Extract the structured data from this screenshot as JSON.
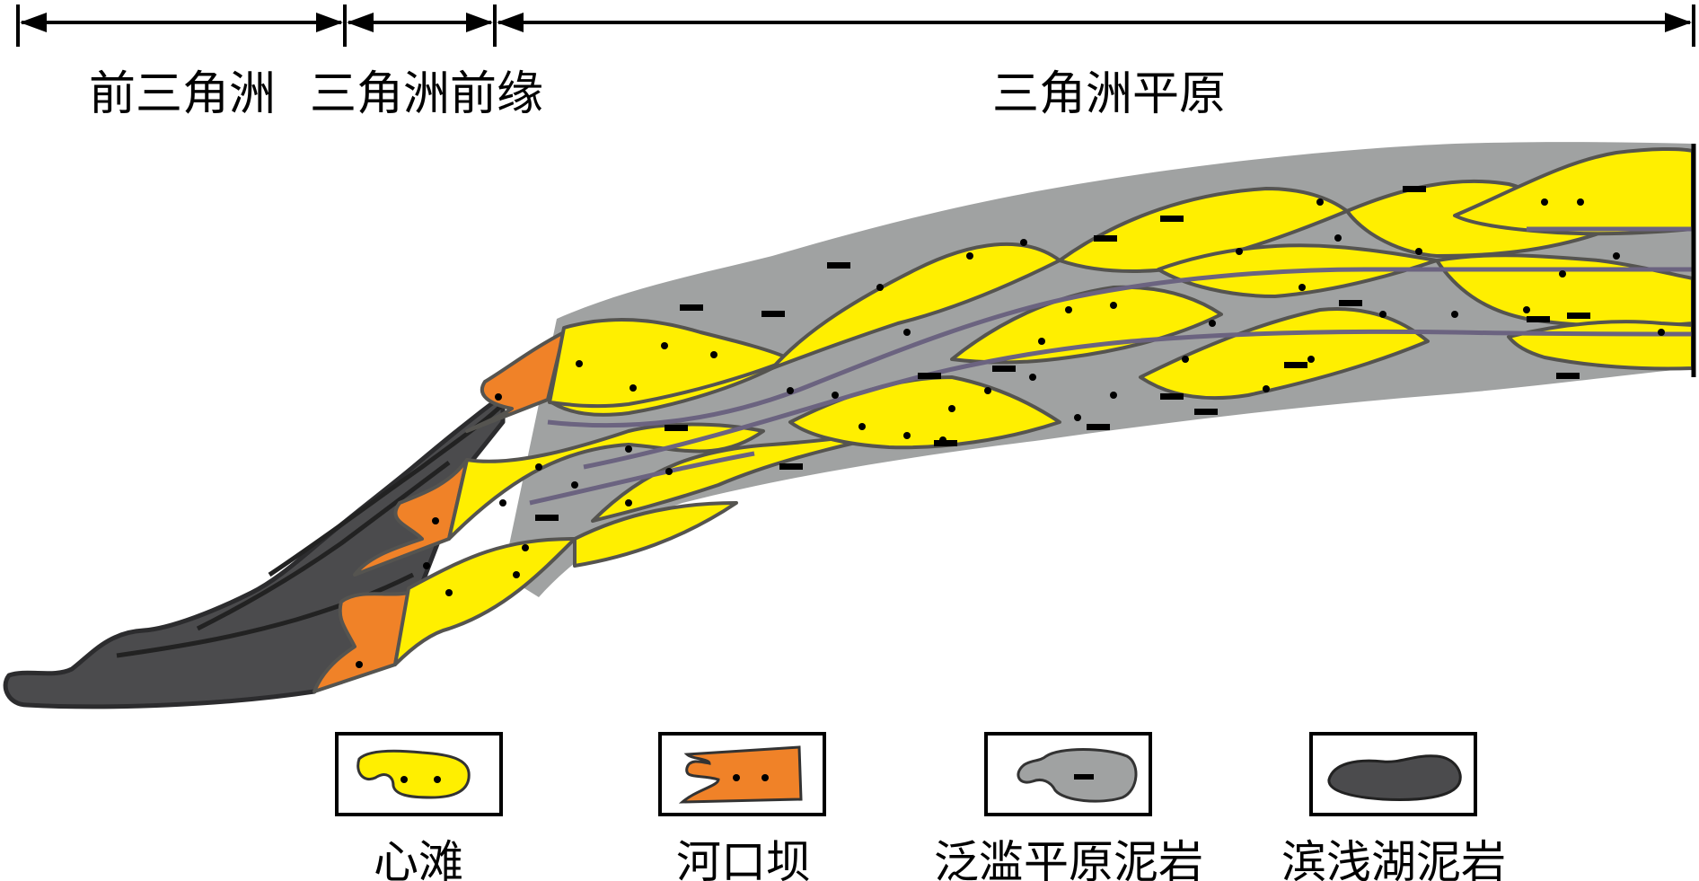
{
  "zones": {
    "prodelta": "前三角洲",
    "delta_front": "三角洲前缘",
    "delta_plain": "三角洲平原"
  },
  "legend": [
    {
      "label": "心滩",
      "color": "#ffef00",
      "icon": "sand-bar-dotted-blob"
    },
    {
      "label": "河口坝",
      "color": "#f08228",
      "icon": "mouth-bar-dotted-blob"
    },
    {
      "label": "泛滥平原泥岩",
      "color": "#a0a2a2",
      "icon": "floodplain-mud-dash-blob"
    },
    {
      "label": "滨浅湖泥岩",
      "color": "#4b4b4d",
      "icon": "shore-lake-mud-blob"
    }
  ],
  "colors": {
    "sand": "#ffef00",
    "mouth_bar": "#f08228",
    "floodplain_mud": "#a0a2a2",
    "lake_mud": "#4b4b4d",
    "outline": "#555450",
    "channel_line": "#6b6380"
  }
}
